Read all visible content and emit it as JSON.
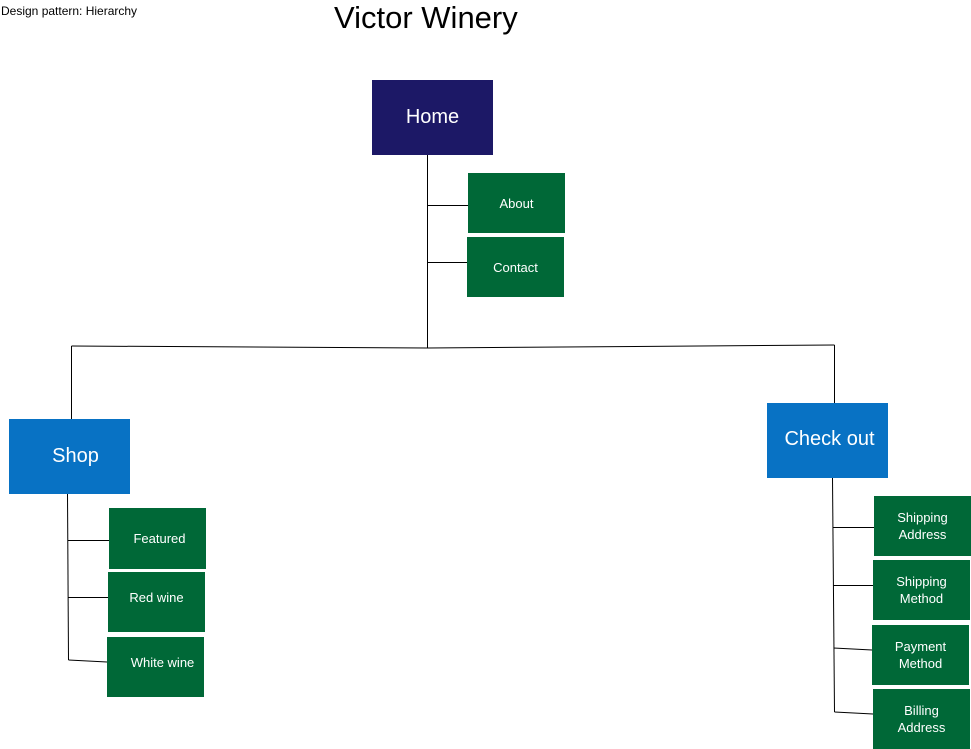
{
  "caption": "Design pattern: Hierarchy",
  "title": "Victor Winery",
  "root": {
    "label": "Home",
    "children": [
      "About",
      "Contact"
    ]
  },
  "branches": {
    "shop": {
      "label": "Shop",
      "children": [
        "Featured",
        "Red wine",
        "White wine"
      ]
    },
    "checkout": {
      "label": "Check out",
      "children": [
        "Shipping\nAddress",
        "Shipping\nMethod",
        "Payment\nMethod",
        "Billing\nAddress"
      ]
    }
  },
  "colors": {
    "root": "#1c1866",
    "branch": "#0872c4",
    "leaf": "#006837",
    "line": "#000000"
  }
}
